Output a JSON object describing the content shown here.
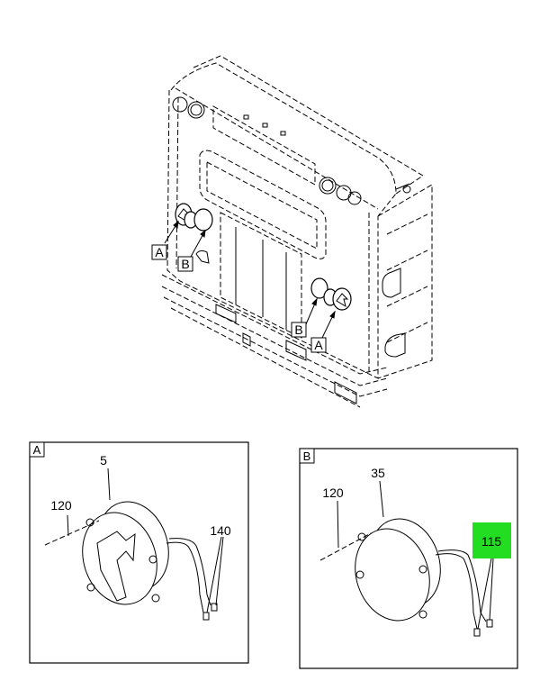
{
  "callouts": {
    "main_a_left": "A",
    "main_b_left": "B",
    "main_b_right": "B",
    "main_a_right": "A"
  },
  "detail_a": {
    "tag": "A",
    "part_lamp": "5",
    "part_mount": "120",
    "part_wire": "140"
  },
  "detail_b": {
    "tag": "B",
    "part_lamp": "35",
    "part_mount": "120",
    "part_wire": "115",
    "highlight_color": "#22dd22"
  }
}
